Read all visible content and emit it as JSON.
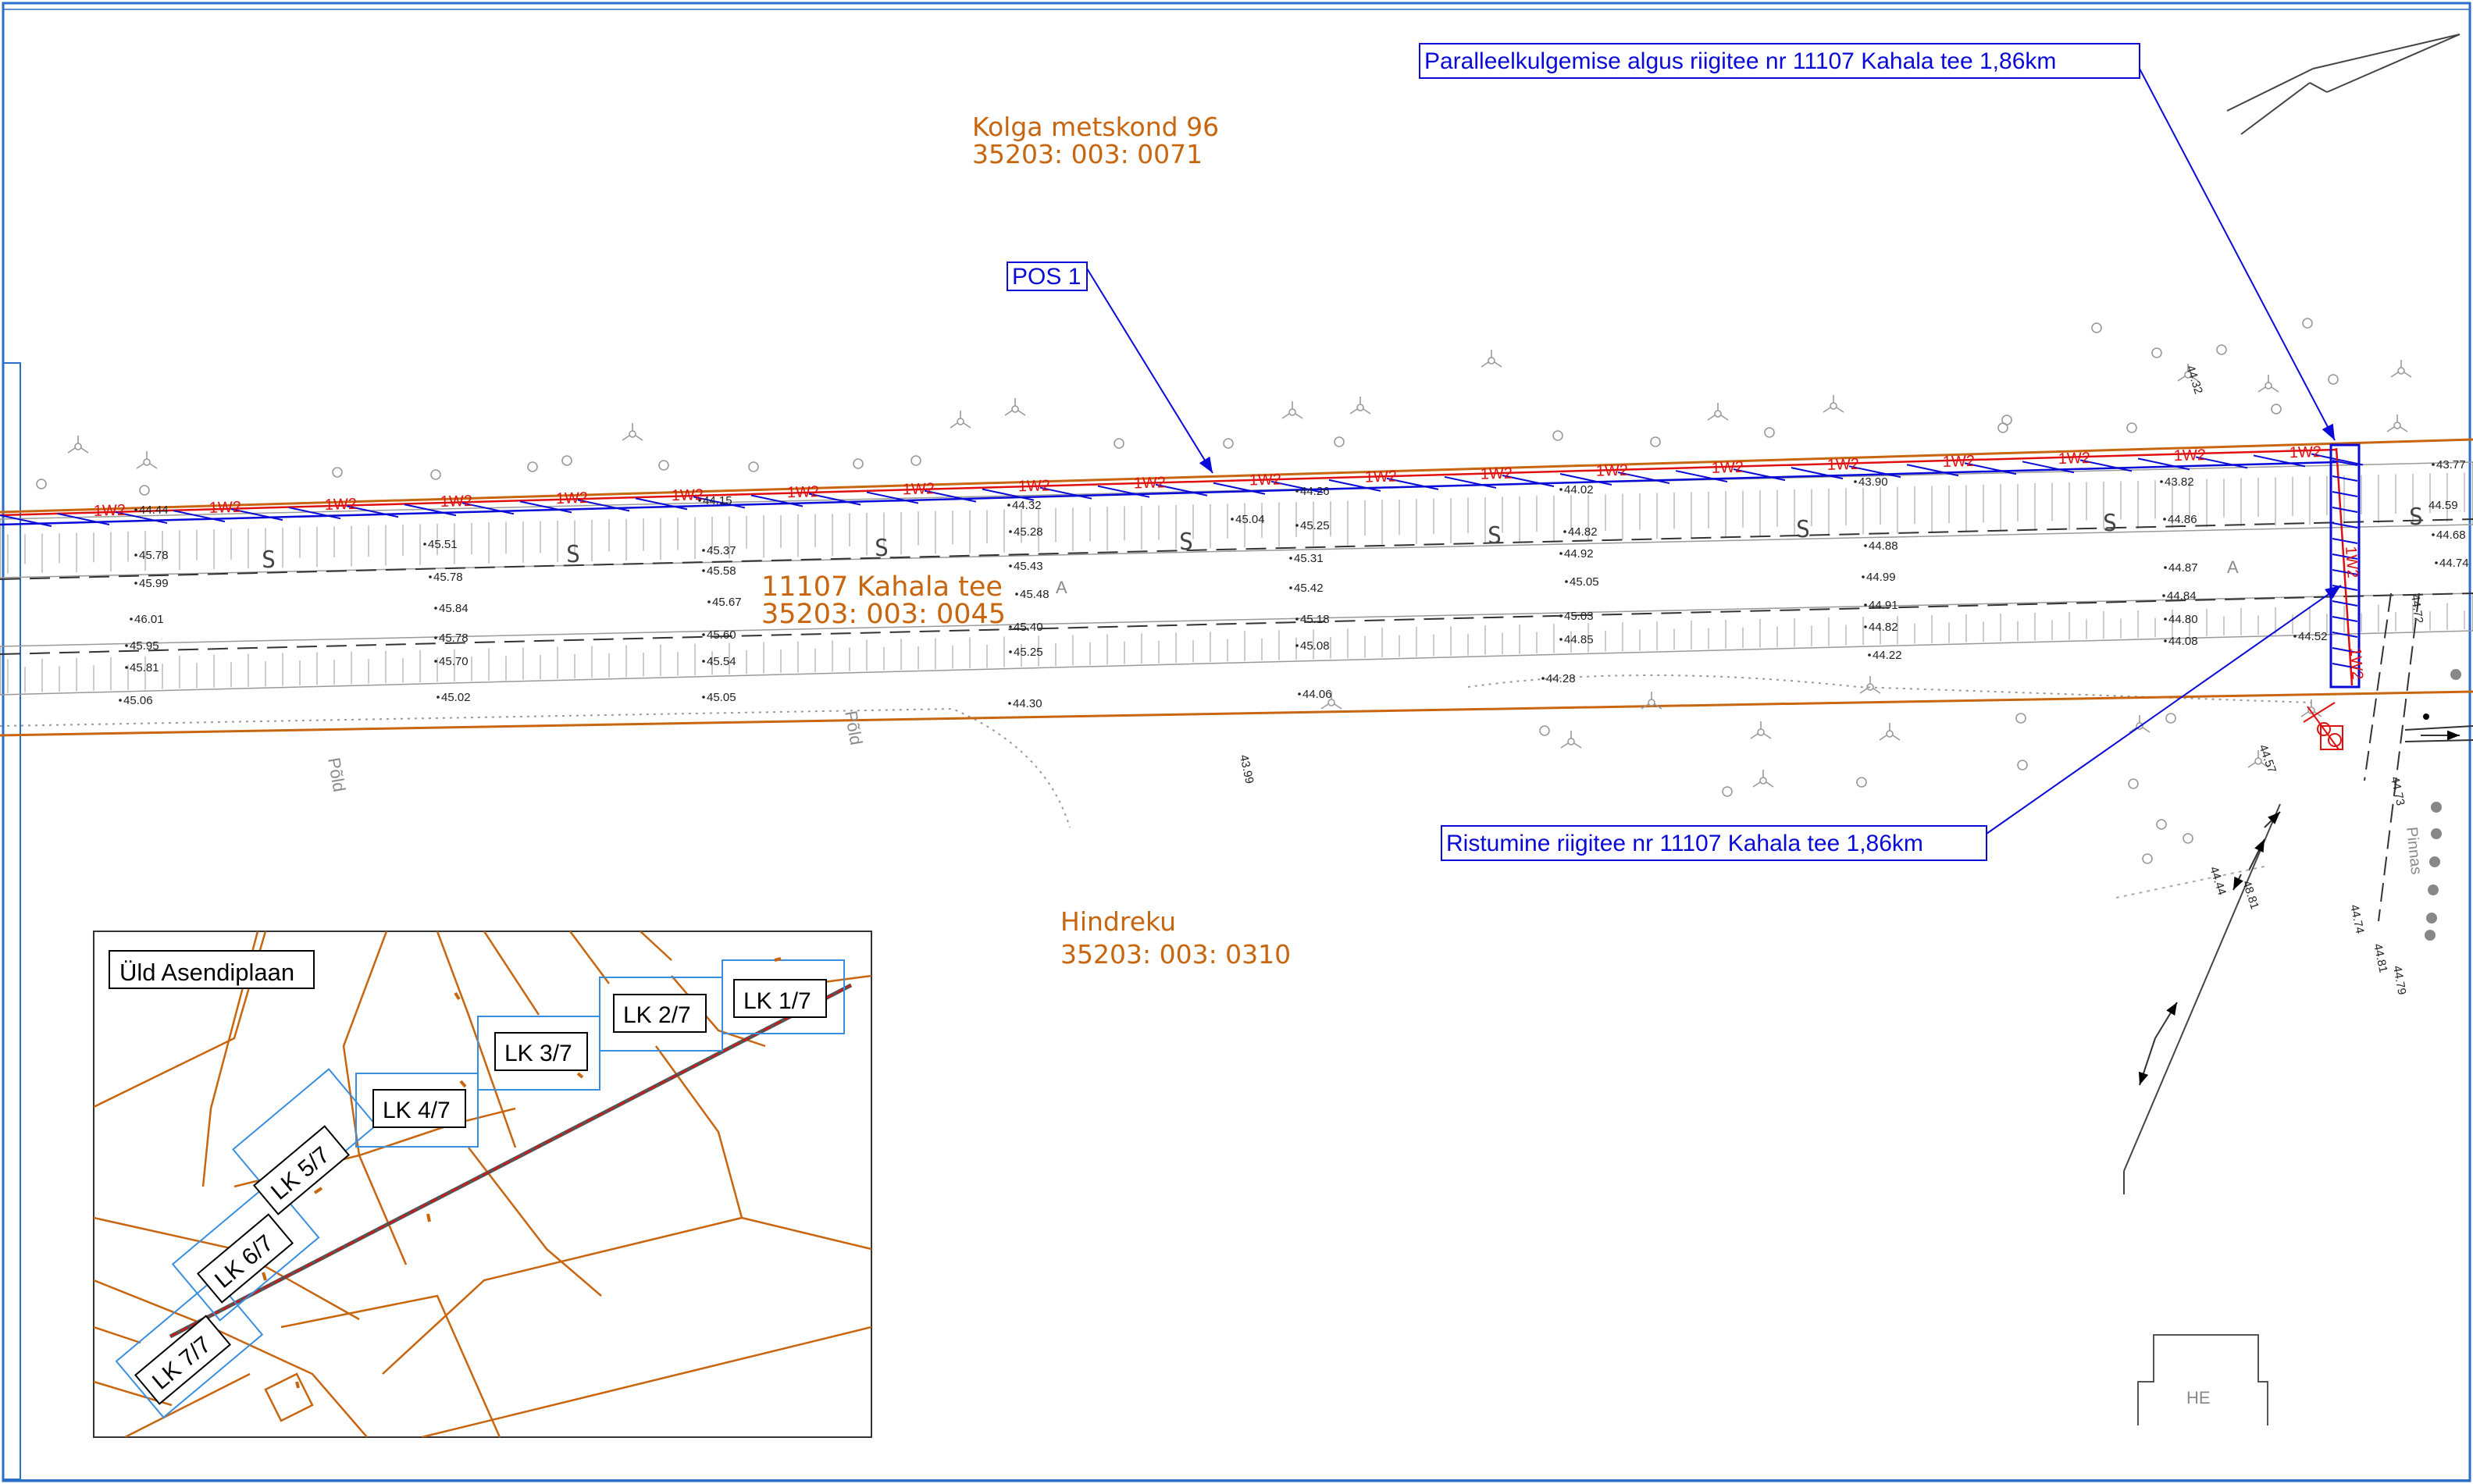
{
  "colors": {
    "parcel_boundary": "#c8650f",
    "annotation_blue": "#0a0ad8",
    "utility_line_red": "#e01010",
    "terrain_grey": "#8a8a8a",
    "frame_blue": "#2a6fc9",
    "inset_cell_blue": "#3a8ee0"
  },
  "parcels": {
    "north": {
      "name": "Kolga metskond 96",
      "code": "35203: 003: 0071"
    },
    "road": {
      "name": "11107 Kahala tee",
      "code": "35203: 003: 0045"
    },
    "south": {
      "name": "Hindreku",
      "code": "35203: 003: 0310"
    }
  },
  "callouts": {
    "pos1": "POS 1",
    "parallel_start": "Paralleelkulgemise algus riigitee nr 11107 Kahala tee 1,86km",
    "crossing": "Ristumine riigitee nr 11107 Kahala tee 1,86km"
  },
  "line_tag": "1W2",
  "line_tag_rotated": "1W2",
  "ditch_symbol": "S",
  "point_symbol": "A",
  "field_labels": [
    "Põld",
    "Põld"
  ],
  "road_labels": {
    "surface": "Pinnas"
  },
  "building_label": "HE",
  "elevations_row_a": [
    "44.44",
    "44.15",
    "44.32",
    "44.26",
    "44.02",
    "43.90",
    "43.82",
    "43.77"
  ],
  "elevations_row_b": [
    "45.51",
    "45.04",
    "45.25",
    "44.82",
    "44.86",
    "44.68"
  ],
  "elevations_row_c": [
    "45.78",
    "45.99",
    "45.78",
    "45.37",
    "45.58",
    "45.28",
    "45.43",
    "45.31",
    "44.92",
    "44.88",
    "44.87",
    "44.74"
  ],
  "elevations_row_d": [
    "46.01",
    "45.84",
    "45.67",
    "45.48",
    "45.42",
    "45.05",
    "44.99",
    "44.84"
  ],
  "elevations_row_e": [
    "45.95",
    "45.81",
    "45.78",
    "45.70",
    "45.60",
    "45.54",
    "45.40",
    "45.25",
    "45.18",
    "45.08",
    "45.03",
    "44.85",
    "44.91",
    "44.82",
    "44.80",
    "44.08",
    "44.52"
  ],
  "elevations_row_f": [
    "45.06",
    "45.02",
    "45.05",
    "44.30",
    "44.06",
    "44.28",
    "44.22"
  ],
  "elevations_misc": [
    "44.32",
    "43.99",
    "44.57",
    "44.44",
    "48.81",
    "44.72",
    "44.73",
    "44.74",
    "44.81",
    "44.79",
    "44.59"
  ],
  "inset": {
    "title": "Üld Asendiplaan",
    "sheets": [
      "LK 1/7",
      "LK 2/7",
      "LK 3/7",
      "LK 4/7",
      "LK 5/7",
      "LK 6/7",
      "LK 7/7"
    ]
  }
}
